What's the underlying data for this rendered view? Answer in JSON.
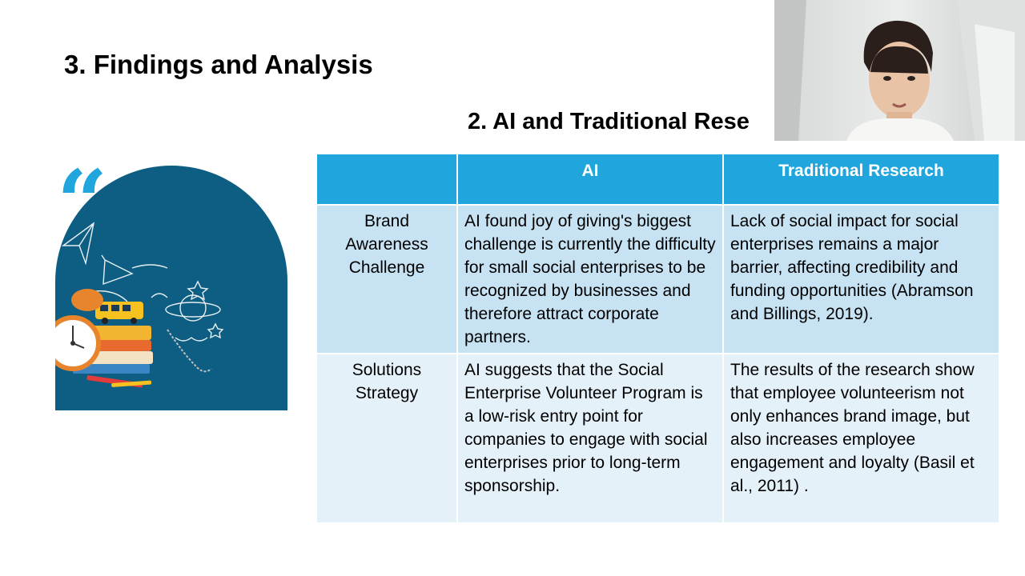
{
  "slide": {
    "title": "3. Findings and Analysis",
    "section_title": "2. AI and Traditional Rese"
  },
  "decoration": {
    "quote_mark": "“",
    "quote_color": "#21a5dd",
    "panel_color": "#0d5e82"
  },
  "table": {
    "header_color": "#21a5dd",
    "columns": [
      "",
      "AI",
      "Traditional Research"
    ],
    "rows": [
      {
        "label": "Brand Awareness Challenge",
        "ai": "AI found joy of giving's biggest challenge is currently the difficulty for small social enterprises to be recognized by businesses and therefore attract corporate partners.",
        "traditional": "Lack of social impact for social enterprises remains a major barrier, affecting credibility and funding opportunities (Abramson and Billings, 2019)."
      },
      {
        "label": "Solutions Strategy",
        "ai": "AI suggests that the Social Enterprise Volunteer Program is a low-risk entry point for companies to engage with social enterprises prior to long-term sponsorship.",
        "traditional": "The results of the research show that employee volunteerism not only enhances brand image, but also increases employee engagement and loyalty (Basil et al., 2011) ."
      }
    ]
  }
}
